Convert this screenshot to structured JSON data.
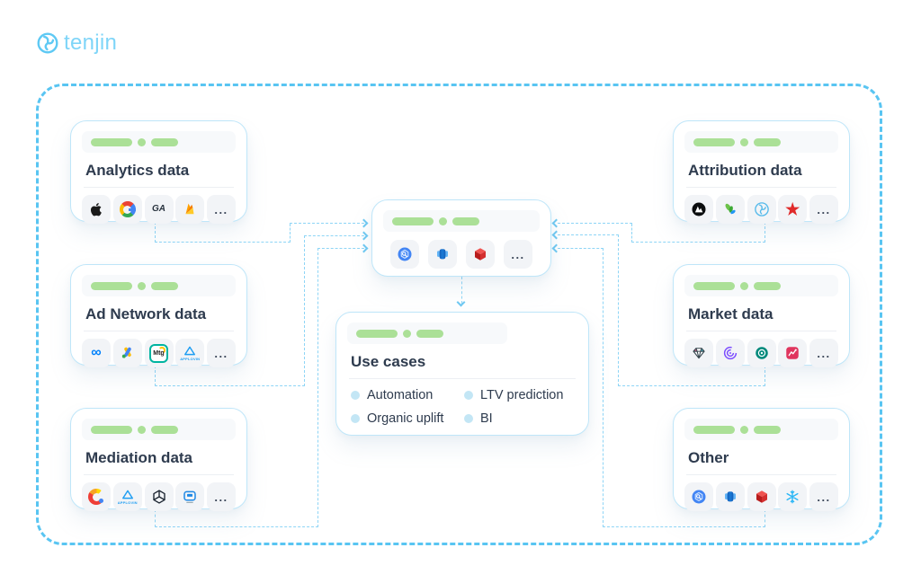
{
  "brand": {
    "name": "tenjin"
  },
  "cards": {
    "analytics": {
      "title": "Analytics data",
      "icons": [
        "apple",
        "google",
        "gameanalytics",
        "firebase",
        "more"
      ]
    },
    "ad_network": {
      "title": "Ad Network data",
      "icons": [
        "meta",
        "google-ads",
        "mintegral",
        "applovin",
        "more"
      ]
    },
    "mediation": {
      "title": "Mediation data",
      "icons": [
        "admob",
        "applovin",
        "unity",
        "monitor",
        "more"
      ]
    },
    "attribution": {
      "title": "Attribution data",
      "icons": [
        "adjust",
        "appsflyer",
        "tenjin",
        "red-star",
        "more"
      ]
    },
    "market": {
      "title": "Market data",
      "icons": [
        "gem",
        "concentric-rings",
        "target-circle",
        "line-chart",
        "more"
      ]
    },
    "other": {
      "title": "Other",
      "icons": [
        "bigquery",
        "database",
        "redshift-cube",
        "snowflake",
        "more"
      ]
    }
  },
  "hub": {
    "icons": [
      "bigquery",
      "database",
      "redshift-cube",
      "more"
    ]
  },
  "use_cases": {
    "title": "Use cases",
    "items": [
      "Automation",
      "Organic uplift",
      "LTV prediction",
      "BI"
    ]
  },
  "icon_text": {
    "ga": "GA",
    "mtg": "Mtg",
    "applovin_caption": "APPLOVIN",
    "more": "..."
  },
  "colors": {
    "accent_blue": "#59c5f2",
    "connector_blue": "#8ed5f6",
    "pill_green": "#abe097",
    "title_text": "#2e3b4e",
    "card_border": "#bfe6f9"
  }
}
